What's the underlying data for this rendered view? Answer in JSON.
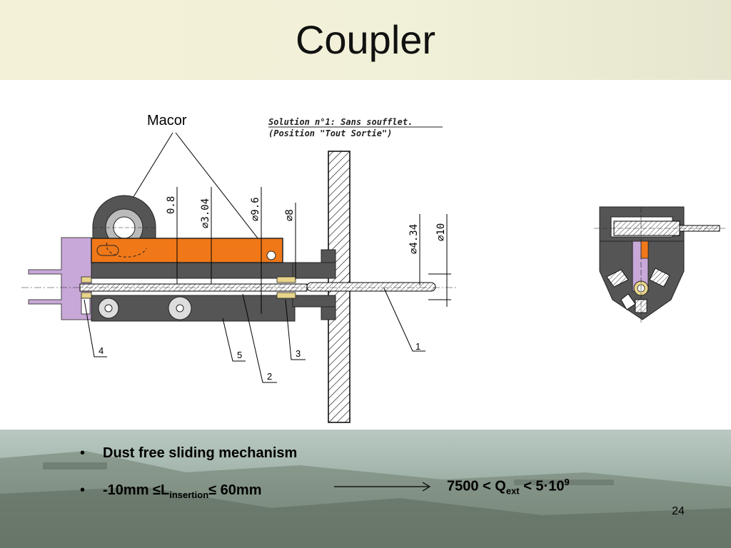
{
  "slide": {
    "title": "Coupler",
    "page_number": "24"
  },
  "drawing": {
    "callout_label": "Macor",
    "note_line1": "Solution n°1: Sans soufflet.",
    "note_line2": "(Position \"Tout Sortie\")",
    "dims": {
      "d1": "0.8",
      "d2": "∅3.04",
      "d3": "∅9.6",
      "d4": "∅8",
      "d5": "∅4.34",
      "d6": "∅10"
    },
    "part_numbers": [
      "1",
      "2",
      "3",
      "4",
      "5"
    ],
    "colors": {
      "macor": "#f07818",
      "body": "#555555",
      "flange": "#c8a8d8",
      "hatch": "#000000"
    }
  },
  "bullets": {
    "item1": "Dust free sliding mechanism",
    "item2_prefix": "-10mm ≤L",
    "item2_sub": "insertion",
    "item2_suffix": "≤ 60mm"
  },
  "q_relation": {
    "prefix": "7500 < Q",
    "sub": "ext",
    "middle": " < 5·10",
    "sup": "9"
  }
}
